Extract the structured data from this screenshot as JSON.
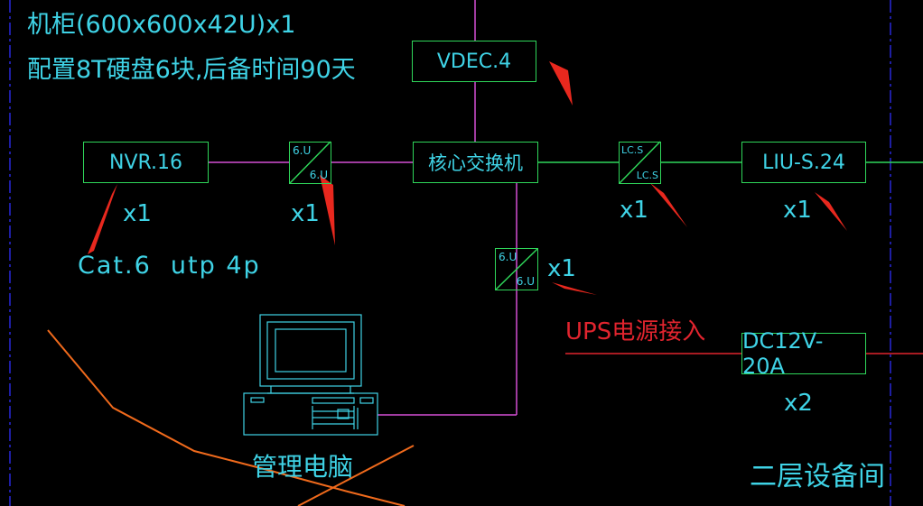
{
  "header": {
    "cabinet_line": "机柜(600x600x42U)x1",
    "storage_line": "配置8T硬盘6块,后备时间90天"
  },
  "devices": {
    "vdec": "VDEC.4",
    "nvr": "NVR.16",
    "core_switch": "核心交换机",
    "liu": "LIU-S.24",
    "dc_power": "DC12V-20A"
  },
  "patch_panels": {
    "copper_top": "6.U",
    "copper_bottom": "6.U",
    "fiber_top": "LC.S",
    "fiber_bottom": "LC.S"
  },
  "quantities": {
    "nvr": "x1",
    "copper_patch": "x1",
    "fiber_patch": "x1",
    "liu": "x1",
    "lower_patch": "x1",
    "dc_power": "x2"
  },
  "labels": {
    "cable_type": "Cat.6  utp 4p",
    "ups_input": "UPS电源接入",
    "management_pc": "管理电脑",
    "room_name": "二层设备间"
  },
  "colors": {
    "background": "#000000",
    "text_cyan": "#3fd3e6",
    "box_green": "#2fd65a",
    "link_magenta": "#d44fd4",
    "link_green": "#2fd65a",
    "border_blue": "#2828d8",
    "ups_red": "#e0242e",
    "pen_orange": "#f06a1c",
    "arrow_red": "#e8281e"
  }
}
